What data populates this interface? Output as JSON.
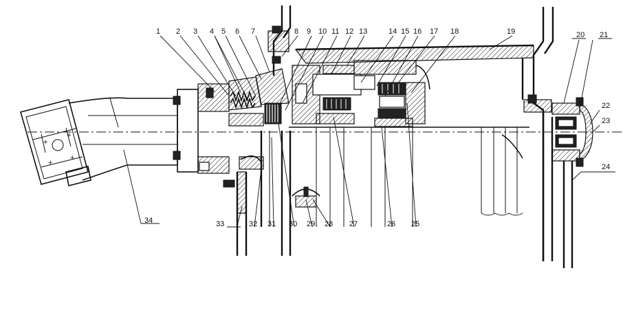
{
  "drawing": {
    "kind": "winch drum assembly cross-section",
    "callouts_top": [
      "1",
      "2",
      "3",
      "4",
      "5",
      "6",
      "7",
      "8",
      "9",
      "10",
      "11",
      "12",
      "13",
      "14",
      "15",
      "16",
      "17",
      "18",
      "19",
      "20",
      "21"
    ],
    "callouts_right": [
      "22",
      "23",
      "24"
    ],
    "callouts_bottom": [
      "34",
      "33",
      "32",
      "31",
      "30",
      "29",
      "28",
      "27",
      "26",
      "25"
    ]
  }
}
